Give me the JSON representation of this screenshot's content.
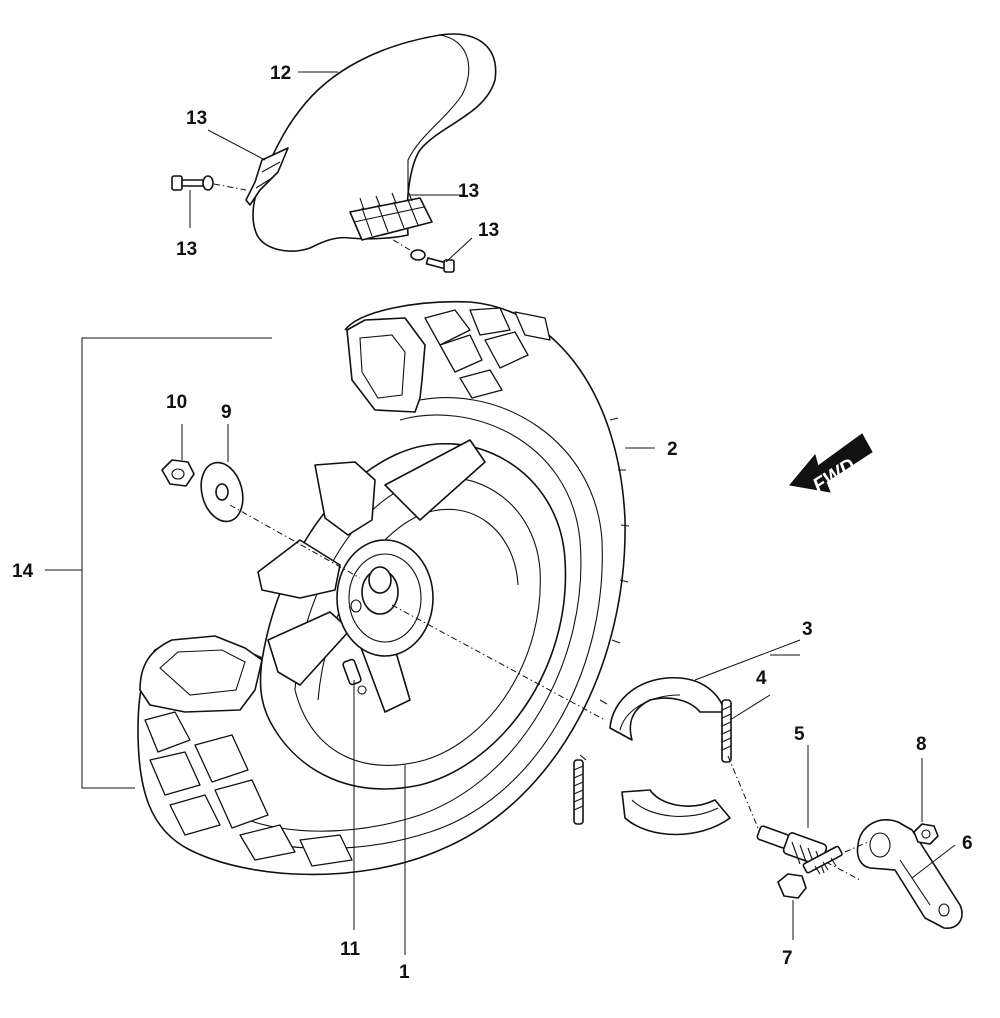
{
  "callouts": [
    {
      "id": "c1",
      "label": "1"
    },
    {
      "id": "c2",
      "label": "2"
    },
    {
      "id": "c3",
      "label": "3"
    },
    {
      "id": "c4",
      "label": "4"
    },
    {
      "id": "c5",
      "label": "5"
    },
    {
      "id": "c6",
      "label": "6"
    },
    {
      "id": "c7",
      "label": "7"
    },
    {
      "id": "c8",
      "label": "8"
    },
    {
      "id": "c9",
      "label": "9"
    },
    {
      "id": "c10",
      "label": "10"
    },
    {
      "id": "c11",
      "label": "11"
    },
    {
      "id": "c12",
      "label": "12"
    },
    {
      "id": "c13a",
      "label": "13"
    },
    {
      "id": "c13b",
      "label": "13"
    },
    {
      "id": "c13c",
      "label": "13"
    },
    {
      "id": "c13d",
      "label": "13"
    },
    {
      "id": "c14",
      "label": "14"
    }
  ],
  "direction_arrow": {
    "label": "FWD"
  }
}
